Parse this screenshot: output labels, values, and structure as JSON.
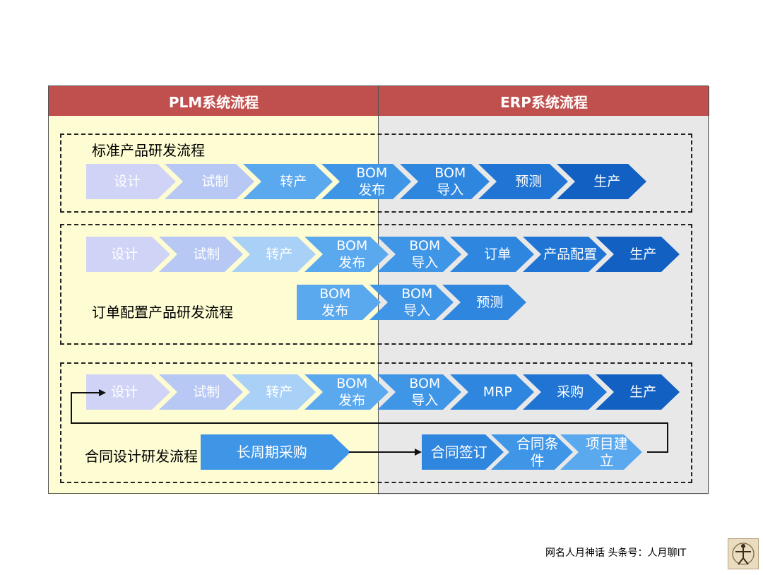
{
  "headers": {
    "plm": "PLM系统流程",
    "erp": "ERP系统流程"
  },
  "flows": {
    "standard": {
      "title": "标准产品研发流程",
      "steps": [
        "设计",
        "试制",
        "转产",
        "BOM\n发布",
        "BOM\n导入",
        "预测",
        "生产"
      ]
    },
    "order": {
      "title": "订单配置产品研发流程",
      "steps": [
        "设计",
        "试制",
        "转产",
        "BOM\n发布",
        "BOM\n导入",
        "订单",
        "产品配置",
        "生产"
      ],
      "sub_steps": [
        "BOM\n发布",
        "BOM\n导入",
        "预测"
      ]
    },
    "contract": {
      "title": "合同设计研发流程",
      "steps": [
        "设计",
        "试制",
        "转产",
        "BOM\n发布",
        "BOM\n导入",
        "MRP",
        "采购",
        "生产"
      ],
      "long_cycle": "长周期采购",
      "project_steps": [
        "合同签订",
        "合同条件",
        "项目建立"
      ]
    }
  },
  "colors": {
    "header": "#c0504d",
    "plm_bg": "#fefcd2",
    "erp_bg": "#e8e8e8",
    "chevron_gradient": [
      "#cfd4f7",
      "#b7c8f4",
      "#a9d0f7",
      "#5aa8ee",
      "#3f95e6",
      "#2f86df",
      "#1f74d4",
      "#1260c2"
    ]
  },
  "footer": {
    "text": "网名人月神话 头条号：人月聊IT",
    "logo": "avatar-logo"
  }
}
